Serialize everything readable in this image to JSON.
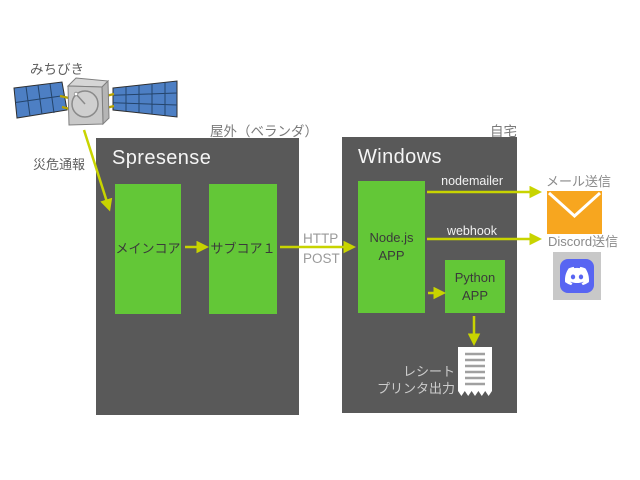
{
  "colors": {
    "panel_dark": "#595959",
    "node_green": "#63c737",
    "arrow": "#c8d400",
    "mail_orange": "#f7a61f",
    "discord_blurple": "#5865F2"
  },
  "satellite": {
    "name": "みちびき"
  },
  "locations": {
    "outdoor": "屋外（ベランダ）",
    "home": "自宅"
  },
  "flows": {
    "disaster_alert": "災危通報",
    "http_line1": "HTTP",
    "http_line2": "POST",
    "nodemailer": "nodemailer",
    "webhook": "webhook"
  },
  "spresense": {
    "title": "Spresense",
    "main_core": "メインコア",
    "sub_core": "サブコア１"
  },
  "windows": {
    "title": "Windows",
    "nodejs_line1": "Node.js",
    "nodejs_line2": "APP",
    "python_line1": "Python",
    "python_line2": "APP"
  },
  "outputs": {
    "mail": "メール送信",
    "discord": "Discord送信",
    "receipt_line1": "レシート",
    "receipt_line2": "プリンタ出力"
  }
}
